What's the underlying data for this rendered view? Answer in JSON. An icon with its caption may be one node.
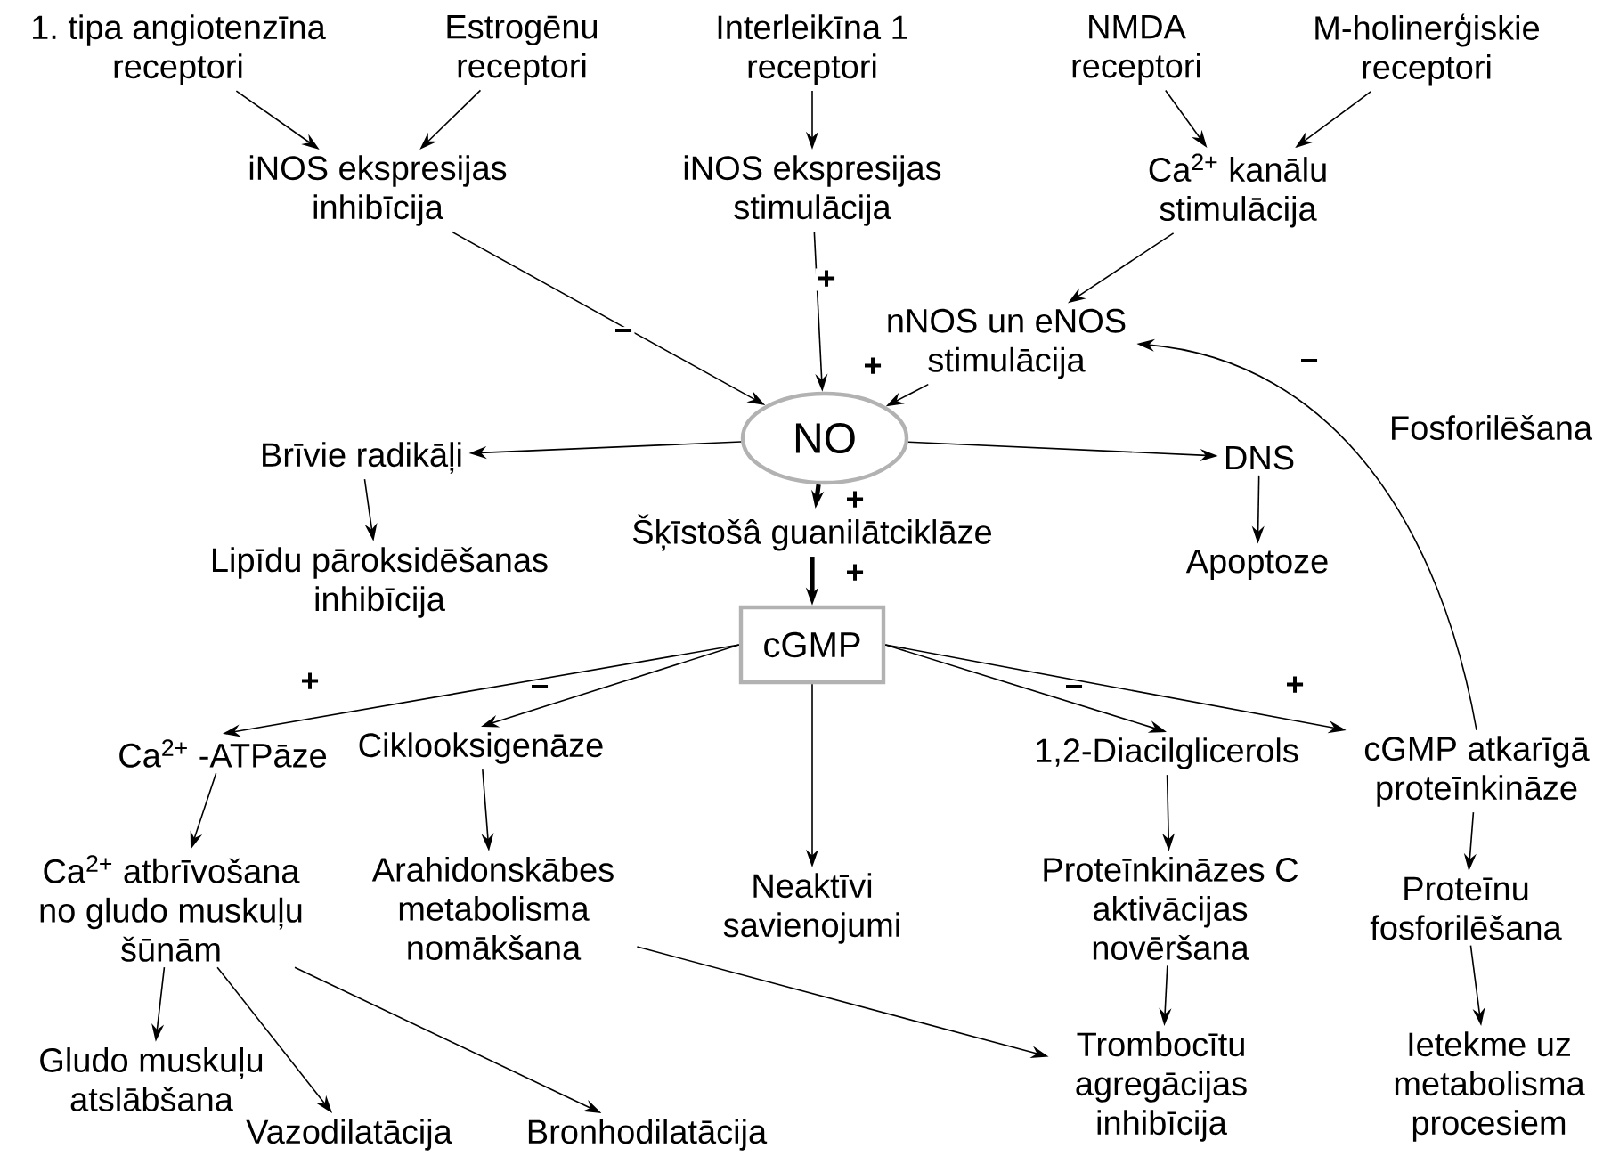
{
  "diagram": {
    "nodes": [
      {
        "text": [
          "1. tipa angiotenzīna receptori"
        ]
      },
      {
        "text": [
          "Estrogēnu receptori"
        ]
      },
      {
        "text": [
          "Interleikīna 1 receptori"
        ]
      },
      {
        "text": [
          "NMDA receptori"
        ]
      },
      {
        "text": [
          "M-holinerģiskie receptori"
        ]
      },
      {
        "text": [
          "iNOS ekspresijas inhibīcija"
        ]
      },
      {
        "text": [
          "iNOS ekspresijas stimulācija"
        ]
      },
      {
        "text": [
          "Ca$^{2+}$ kanālu stimulācija"
        ]
      },
      {
        "text": [
          "nNOS un eNOS stimulācija"
        ]
      },
      {
        "text": [
          "NO"
        ]
      },
      {
        "text": [
          "Brīvie radikāļi"
        ]
      },
      {
        "text": [
          "DNS"
        ]
      },
      {
        "text": [
          "Lipīdu pāroksidēšanas inhibīcija"
        ]
      },
      {
        "text": [
          "Šķīstošâ guanilātciklāze"
        ]
      },
      {
        "text": [
          "Apoptoze"
        ]
      },
      {
        "text": [
          "cGMP"
        ]
      },
      {
        "text": [
          "Ca$^{2+}$ -ATPāze"
        ]
      },
      {
        "text": [
          "Ciklooksigenāze"
        ]
      },
      {
        "text": [
          "Neaktīvi savienojumi"
        ]
      },
      {
        "text": [
          "1,2-Diacilglicerols"
        ]
      },
      {
        "text": [
          "cGMP atkarīgā proteīnkināze"
        ]
      },
      {
        "text": [
          "Ca$^{2+}$ atbrīvošana no gludo muskuļu šūnām"
        ]
      },
      {
        "text": [
          "Arahidonskābes metabolisma nomākšana"
        ]
      },
      {
        "text": [
          "Proteīnkināzes C aktivācijas novēršana"
        ]
      },
      {
        "text": [
          "Proteīnu fosforilēšana"
        ]
      },
      {
        "text": [
          "Gludo muskuļu atslābšana"
        ]
      },
      {
        "text": [
          "Vazodilatācija"
        ]
      },
      {
        "text": [
          "Bronhodilatācija"
        ]
      },
      {
        "text": [
          "Trombocītu agregācijas inhibīcija"
        ]
      },
      {
        "text": [
          "Ietekme uz metabolisma procesiem"
        ]
      }
    ],
    "edges": [
      {
        "from": 0,
        "to": 5,
        "arrow": "to"
      },
      {
        "from": 1,
        "to": 5,
        "arrow": "to"
      },
      {
        "from": 2,
        "to": 6,
        "arrow": "to"
      },
      {
        "from": 3,
        "to": 7,
        "arrow": "to"
      },
      {
        "from": 4,
        "to": 7,
        "arrow": "to"
      },
      {
        "from": 5,
        "to": 9,
        "arrow": "to",
        "label": "−"
      },
      {
        "from": 6,
        "to": 9,
        "arrow": "to",
        "label": "+"
      },
      {
        "from": 7,
        "to": 8,
        "arrow": "to"
      },
      {
        "from": 8,
        "to": 9,
        "arrow": "to",
        "label": "+"
      },
      {
        "from": 9,
        "to": 10,
        "arrow": "to"
      },
      {
        "from": 9,
        "to": 11,
        "arrow": "to"
      },
      {
        "from": 9,
        "to": 13,
        "arrow": "to",
        "label": "+",
        "style": "thick"
      },
      {
        "from": 10,
        "to": 12,
        "arrow": "to"
      },
      {
        "from": 11,
        "to": 14,
        "arrow": "to"
      },
      {
        "from": 13,
        "to": 15,
        "arrow": "to",
        "label": "+",
        "style": "thick"
      },
      {
        "from": 15,
        "to": 16,
        "arrow": "to",
        "label": "+"
      },
      {
        "from": 15,
        "to": 17,
        "arrow": "to",
        "label": "−"
      },
      {
        "from": 15,
        "to": 18,
        "arrow": "to"
      },
      {
        "from": 15,
        "to": 19,
        "arrow": "to",
        "label": "−"
      },
      {
        "from": 15,
        "to": 20,
        "arrow": "to",
        "label": "+"
      },
      {
        "from": 16,
        "to": 21,
        "arrow": "to"
      },
      {
        "from": 17,
        "to": 22,
        "arrow": "to"
      },
      {
        "from": 19,
        "to": 23,
        "arrow": "to"
      },
      {
        "from": 20,
        "to": 24,
        "arrow": "to"
      },
      {
        "from": 24,
        "to": 29,
        "arrow": "to"
      },
      {
        "from": 21,
        "to": 25,
        "arrow": "to"
      },
      {
        "from": 21,
        "to": 26,
        "arrow": "to"
      },
      {
        "from": 21,
        "to": 27,
        "arrow": "to"
      },
      {
        "from": 22,
        "to": 28,
        "arrow": "to"
      },
      {
        "from": 23,
        "to": 28,
        "arrow": "to"
      },
      {
        "from": 20,
        "to": 8,
        "arrow": "to",
        "label": "−"
      }
    ],
    "labels": [
      "Fosforilēšana"
    ]
  }
}
